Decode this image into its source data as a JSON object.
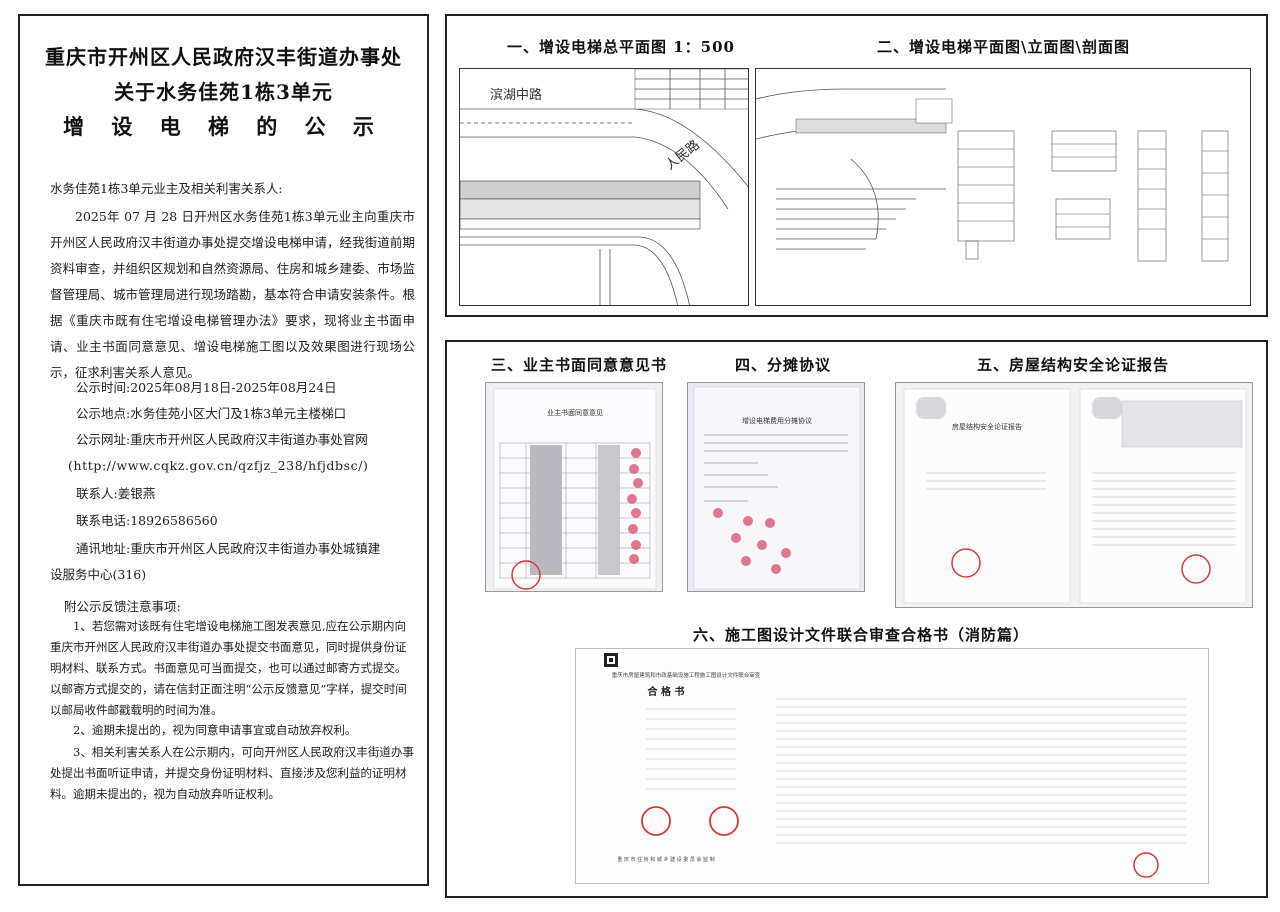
{
  "notice": {
    "title_line1": "重庆市开州区人民政府汉丰街道办事处",
    "title_line2": "关于水务佳苑1栋3单元",
    "title_line3": "增 设 电 梯 的 公 示",
    "salutation": "水务佳苑1栋3单元业主及相关利害关系人:",
    "body": "2025年 07 月 28 日开州区水务佳苑1栋3单元业主向重庆市开州区人民政府汉丰街道办事处提交增设电梯申请，经我街道前期资料审查，并组织区规划和自然资源局、住房和城乡建委、市场监督管理局、城市管理局进行现场踏勘，基本符合申请安装条件。根据《重庆市既有住宅增设电梯管理办法》要求，现将业主书面申请、业主书面同意意见、增设电梯施工图以及效果图进行现场公示，征求利害关系人意见。",
    "time": "公示时间:2025年08月18日-2025年08月24日",
    "place": "公示地点:水务佳苑小区大门及1栋3单元主楼梯口",
    "site": "公示网址:重庆市开州区人民政府汉丰街道办事处官网",
    "url": "(http://www.cqkz.gov.cn/qzfjz_238/hfjdbsc/)",
    "contact": "联系人:姜银燕",
    "phone": "联系电话:18926586560",
    "address": "通讯地址:重庆市开州区人民政府汉丰街道办事处城镇建",
    "address2": "设服务中心(316)",
    "feedback_title": "附公示反馈注意事项:",
    "fb1": "1、若您需对该既有住宅增设电梯施工图发表意见,应在公示期内向重庆市开州区人民政府汉丰街道办事处提交书面意见，同时提供身份证明材料、联系方式。书面意见可当面提交，也可以通过邮寄方式提交。以邮寄方式提交的，请在信封正面注明“公示反馈意见”字样，提交时间以邮局收件邮戳载明的时间为准。",
    "fb2": "2、逾期未提出的，视为同意申请事宜或自动放弃权利。",
    "fb3": "3、相关利害关系人在公示期内，可向开州区人民政府汉丰街道办事处提出书面听证申请，并提交身份证明材料、直接涉及您利益的证明材料。逾期未提出的，视为自动放弃听证权利。"
  },
  "sections": {
    "s1": "一、增设电梯总平面图  1：500",
    "s2": "二、增设电梯平面图\\立面图\\剖面图",
    "s3": "三、业主书面同意意见书",
    "s4": "四、分摊协议",
    "s5": "五、房屋结构安全论证报告",
    "s6": "六、施工图设计文件联合审查合格书（消防篇）"
  },
  "site_plan": {
    "road1": "滨湖中路",
    "road2": "人民路"
  },
  "docs": {
    "consent_title": "业主书面同意意见",
    "agreement_title": "增设电梯费用分摊协议",
    "report_title": "房屋结构安全论证报告",
    "cert_title": "合 格 书",
    "cert_head": "重庆市房屋建筑和市政基础设施工程施工图设计文件联合审查",
    "cert_issuer": "重 庆 市 住 房 和 城 乡 建 设 委 员 会 监 制"
  },
  "colors": {
    "frame": "#222222",
    "stamp": "#d43a3a",
    "paper": "#f2f2f5"
  }
}
